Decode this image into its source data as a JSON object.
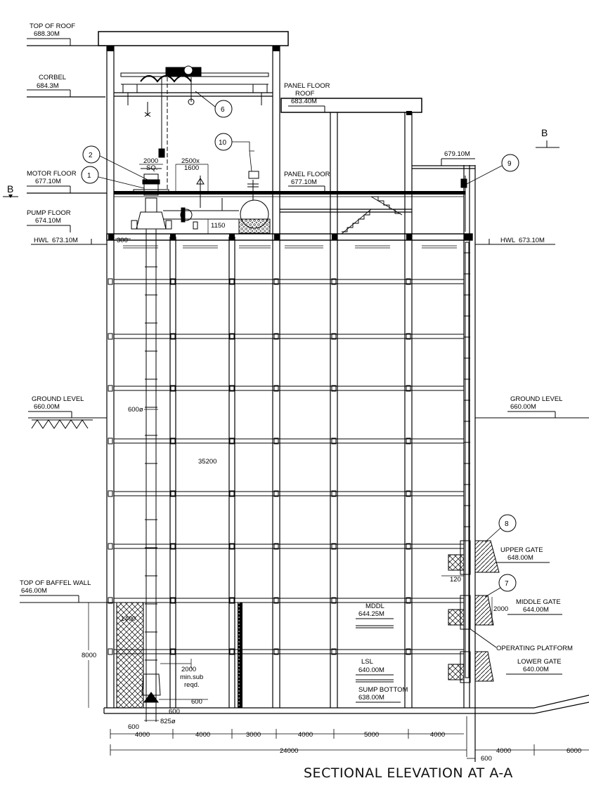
{
  "caption": "SECTIONAL ELEVATION AT A-A",
  "section_marks": [
    "B",
    "B"
  ],
  "levels": {
    "top_of_roof": {
      "label": "TOP OF ROOF",
      "value": "688.30M"
    },
    "corbel": {
      "label": "CORBEL",
      "value": "684.3M"
    },
    "panel_floor_roof": {
      "label": "PANEL FLOOR\nROOF",
      "value": "683.40M"
    },
    "panel_floor": {
      "label": "PANEL FLOOR",
      "value": "677.10M"
    },
    "motor_floor": {
      "label": "MOTOR FLOOR",
      "value": "677.10M"
    },
    "pump_floor": {
      "label": "PUMP FLOOR",
      "value": "674.10M"
    },
    "hwl_left": {
      "label": "HWL",
      "value": "673.10M"
    },
    "hwl_right": {
      "label": "HWL",
      "value": "673.10M"
    },
    "stair_top": {
      "value": "679.10M"
    },
    "ground_left": {
      "label": "GROUND LEVEL",
      "value": "660.00M"
    },
    "ground_right": {
      "label": "GROUND LEVEL",
      "value": "660.00M"
    },
    "baffle_wall": {
      "label": "TOP OF BAFFEL WALL",
      "value": "646.00M"
    },
    "upper_gate": {
      "label": "UPPER GATE",
      "value": "648.00M"
    },
    "middle_gate": {
      "label": "MIDDLE GATE",
      "value": "644.00M"
    },
    "lower_gate": {
      "label": "LOWER GATE",
      "value": "640.00M"
    },
    "mddl": {
      "label": "MDDL",
      "value": "644.25M"
    },
    "lsl": {
      "label": "LSL",
      "value": "640.00M"
    },
    "sump_bottom": {
      "label": "SUMP BOTTOM",
      "value": "638.00M"
    }
  },
  "callouts": [
    "1",
    "2",
    "6",
    "7",
    "8",
    "9",
    "10"
  ],
  "operating_platform": "OPERATING PLATFORM",
  "dimensions": {
    "motor_size": "2000\nSQ.",
    "opening": "2500x\n1600",
    "d1150": "1150",
    "d300": "300",
    "pipe": "600ø",
    "height": "35200",
    "baffle_height": "8000",
    "d1400": "1400",
    "submergence": "2000\nmin.sub\nreqd.",
    "d600a": "600",
    "d600b": "600",
    "d600c": "600",
    "d825": "825ø",
    "d120": "120",
    "d2000": "2000",
    "bays": [
      "4000",
      "4000",
      "3000",
      "4000",
      "5000",
      "4000"
    ],
    "total": "24000",
    "d600_bottom": "600",
    "right_bays": [
      "4000",
      "6000"
    ]
  }
}
